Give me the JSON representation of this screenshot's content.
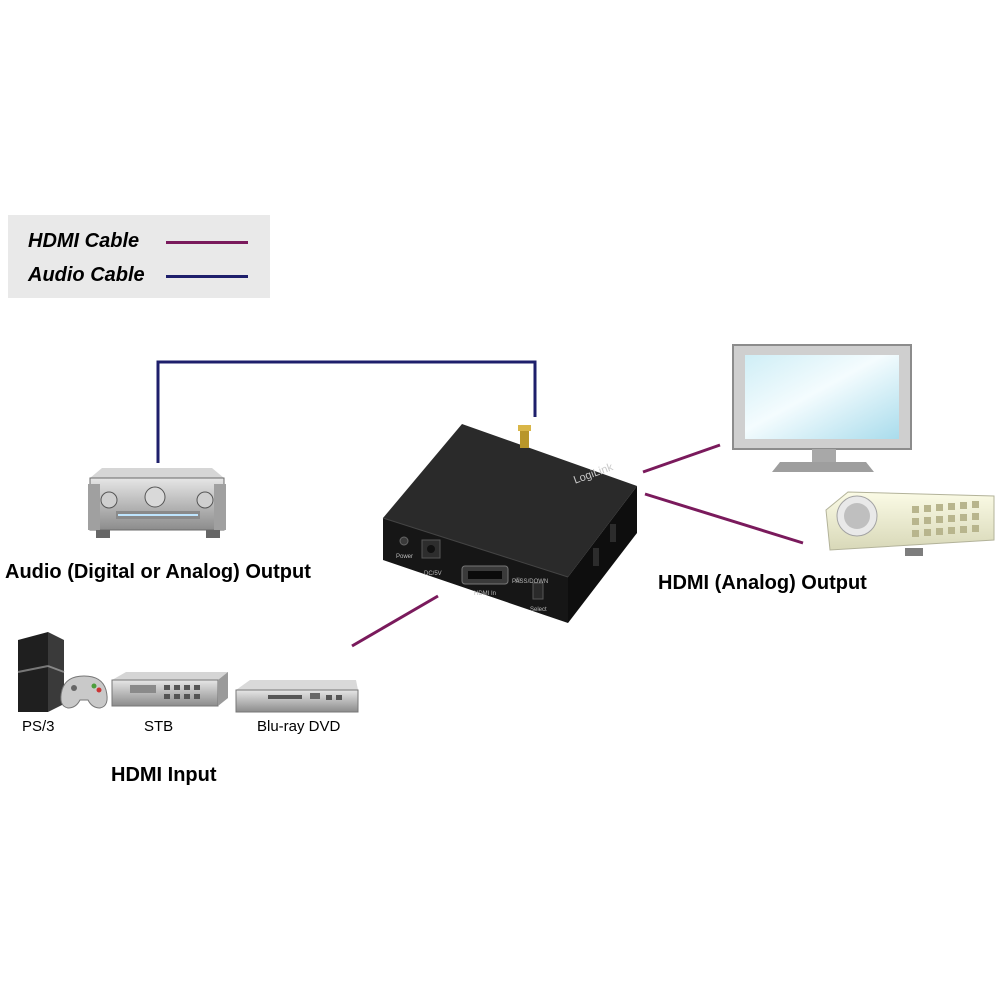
{
  "legend": {
    "hdmi_cable": "HDMI Cable",
    "audio_cable": "Audio Cable"
  },
  "colors": {
    "hdmi": "#7a1a5c",
    "audio": "#1e1f6b",
    "device_body": "#1c1c1c"
  },
  "labels": {
    "audio_output": "Audio (Digital or Analog) Output",
    "hdmi_output": "HDMI (Analog) Output",
    "hdmi_input": "HDMI Input",
    "ps3": "PS/3",
    "stb": "STB",
    "bluray": "Blu-ray DVD"
  },
  "device": {
    "brand": "LogiLink",
    "power": "Power",
    "dc": "DC/5V",
    "hdmi_in": "HDMI In",
    "select": "Select",
    "mode": "PASS/DOWN"
  }
}
